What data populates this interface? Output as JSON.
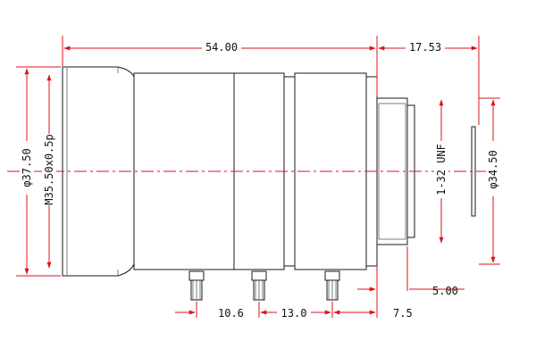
{
  "drawing": {
    "title": "",
    "dimensions": {
      "overall_length": "54.00",
      "flange_back": "17.53",
      "outer_diameter": "φ37.50",
      "filter_thread": "M35.50x0.5p",
      "mount_thread": "1-32 UNF",
      "mount_diameter": "φ34.50",
      "screw_pitch_1": "10.6",
      "screw_pitch_2": "13.0",
      "screw_offset": "7.5",
      "mount_depth": "5.00"
    },
    "colors": {
      "outline": "#1a1a1a",
      "dimension": "#e0111b"
    }
  }
}
